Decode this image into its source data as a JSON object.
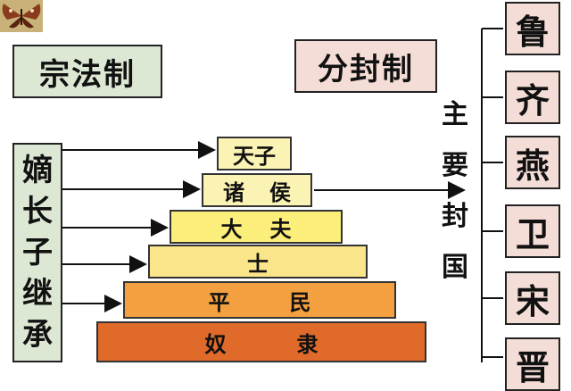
{
  "titles": {
    "zongfa": "宗法制",
    "fenfeng": "分封制"
  },
  "succession": [
    "嫡",
    "长",
    "子",
    "继",
    "承"
  ],
  "hierarchy": [
    {
      "left": "天子",
      "right": ""
    },
    {
      "left": "诸",
      "right": "侯"
    },
    {
      "left": "大",
      "right": "夫"
    },
    {
      "left": "士",
      "right": ""
    },
    {
      "left": "平",
      "right": "民"
    },
    {
      "left": "奴",
      "right": "隶"
    }
  ],
  "main_states_label": [
    "主",
    "要",
    "封",
    "国"
  ],
  "states": [
    "鲁",
    "齐",
    "燕",
    "卫",
    "宋",
    "晋"
  ],
  "colors": {
    "green_box": "#dce8d4",
    "pink_box": "#f4ddd6",
    "tier_pale": "#fbf3b4",
    "tier_yellow": "#fbee7a",
    "tier_gold": "#fbe58a",
    "tier_orange": "#f2a040",
    "tier_red": "#e06a2a"
  }
}
